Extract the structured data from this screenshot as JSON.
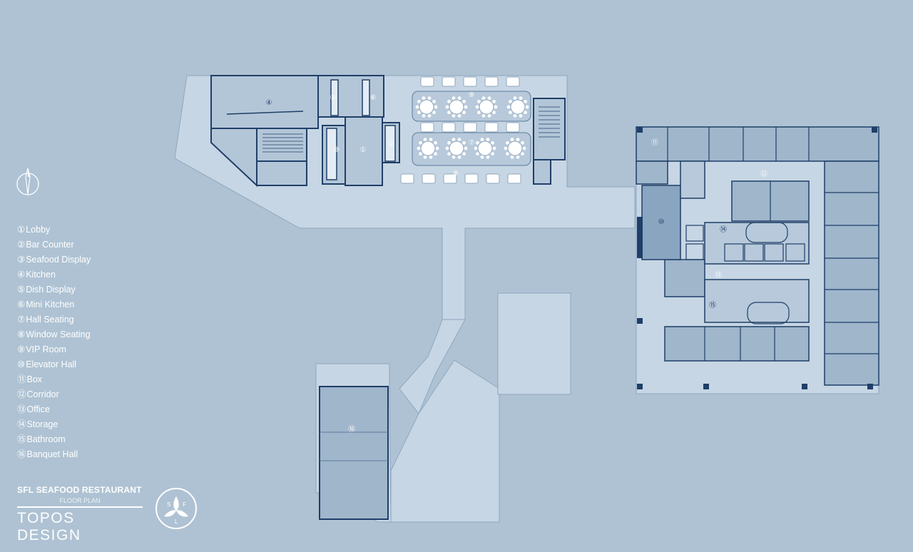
{
  "legend": [
    {
      "num": "①",
      "label": "Lobby"
    },
    {
      "num": "②",
      "label": "Bar Counter"
    },
    {
      "num": "③",
      "label": "Seafood Display"
    },
    {
      "num": "④",
      "label": "Kitchen"
    },
    {
      "num": "⑤",
      "label": "Dish Display"
    },
    {
      "num": "⑥",
      "label": "Mini Kitchen"
    },
    {
      "num": "⑦",
      "label": "Hall Seating"
    },
    {
      "num": "⑧",
      "label": "Window Seating"
    },
    {
      "num": "⑨",
      "label": "VIP Room"
    },
    {
      "num": "⑩",
      "label": "Elevator Hall"
    },
    {
      "num": "⑪",
      "label": "Box"
    },
    {
      "num": "⑫",
      "label": "Corridor"
    },
    {
      "num": "⑬",
      "label": "Office"
    },
    {
      "num": "⑭",
      "label": "Storage"
    },
    {
      "num": "⑮",
      "label": "Bathroom"
    },
    {
      "num": "⑯",
      "label": "Banquet Hall"
    }
  ],
  "brand": {
    "name": "SFL SEAFOOD RESTAURANT",
    "subtitle": "FLOOR PLAN",
    "designer": "TOPOS DESIGN",
    "logo_letters": [
      "S",
      "F",
      "L"
    ]
  },
  "plan_markers": {
    "lobby": "①",
    "bar": "②",
    "seafood": "③",
    "kitchen": "④",
    "dish": "⑤",
    "mini": "⑥",
    "hall": "⑦",
    "window": "⑧",
    "vip": "⑨",
    "elevator": "⑩",
    "box": "⑪",
    "corridor": "⑫",
    "office": "⑬",
    "storage": "⑭",
    "bathroom": "⑮",
    "banquet": "⑯"
  },
  "colors": {
    "background": "#aec2d3",
    "floor_light": "#c7d6e4",
    "room_fill": "#9fb6cb",
    "wall": "#1f3f68",
    "accent_dark": "#2a4d7a"
  }
}
